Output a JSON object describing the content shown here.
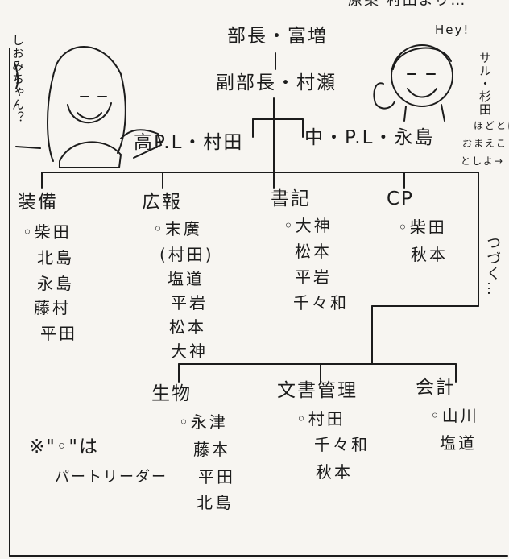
{
  "header_cut": "原案 村田より…",
  "top": {
    "director": "部長・富増",
    "vice_director": "副部長・村瀬",
    "pl_high": "高P.L・村田",
    "pl_mid": "中・P.L・永島"
  },
  "left_char": {
    "speech": "しおみちゃん？",
    "arrow": "→"
  },
  "right_char": {
    "hey": "Hey!",
    "name": "サル・杉田",
    "note_lines": [
      "ほどとは",
      "おまえこ",
      "としよ→"
    ]
  },
  "continued": "つづく…",
  "departments_row1": [
    {
      "name": "装備",
      "members": [
        "◦柴田",
        "北島",
        "永島",
        "藤村",
        "平田"
      ]
    },
    {
      "name": "広報",
      "members": [
        "◦末廣",
        "(村田)",
        "塩道",
        "平岩",
        "松本",
        "大神"
      ]
    },
    {
      "name": "書記",
      "members": [
        "◦大神",
        "松本",
        "平岩",
        "千々和"
      ]
    },
    {
      "name": "CP",
      "members": [
        "◦柴田",
        "秋本"
      ]
    }
  ],
  "departments_row2": [
    {
      "name": "生物",
      "members": [
        "◦永津",
        "藤本",
        "平田",
        "北島"
      ]
    },
    {
      "name": "文書管理",
      "members": [
        "◦村田",
        "千々和",
        "秋本"
      ]
    },
    {
      "name": "会計",
      "members": [
        "◦山川",
        "塩道"
      ]
    }
  ],
  "note": {
    "line1": "※\"◦\"は",
    "line2": "パートリーダー"
  }
}
